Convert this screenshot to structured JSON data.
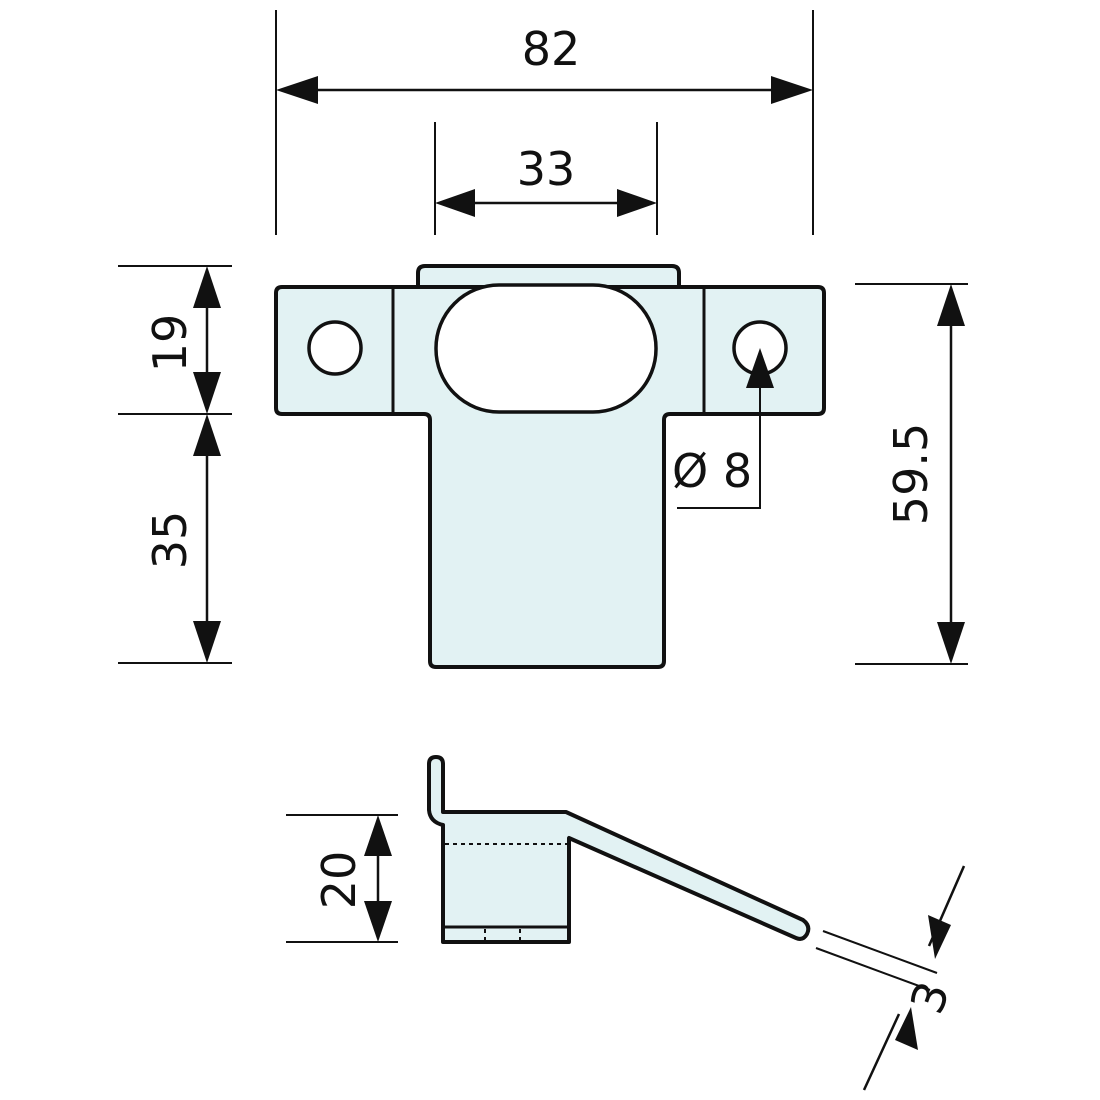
{
  "dimensions": {
    "overall_width": "82",
    "slot_width": "33",
    "flange_height": "19",
    "tongue_length": "35",
    "overall_height": "59.5",
    "hole_diameter": "Ø 8",
    "side_height": "20",
    "thickness": "3"
  },
  "colors": {
    "part_fill": "#e2f2f3",
    "line": "#111111",
    "background": "#ffffff"
  }
}
